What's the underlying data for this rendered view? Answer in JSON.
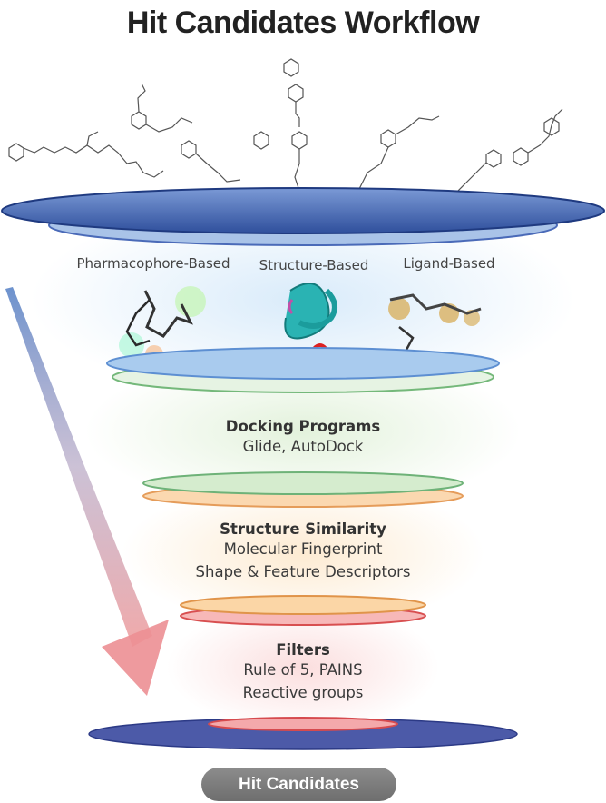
{
  "title": "Hit Candidates Workflow",
  "methods": {
    "pharmacophore": "Pharmacophore-Based",
    "structure": "Structure-Based",
    "ligand": "Ligand-Based"
  },
  "stages": [
    {
      "heading": "Docking Programs",
      "lines": [
        "Glide, AutoDock"
      ]
    },
    {
      "heading": "Structure Similarity",
      "lines": [
        "Molecular Fingerprint",
        "Shape & Feature Descriptors"
      ]
    },
    {
      "heading": "Filters",
      "lines": [
        "Rule of 5, PAINS",
        "Reactive groups"
      ]
    }
  ],
  "result": "Hit Candidates",
  "colors": {
    "top_disc": "#3f63b0",
    "blue_band": "#bcd8f0",
    "green_band": "#cfe9c8",
    "orange_band": "#fde0bc",
    "red_band": "#f7c9c9",
    "bottom_disc": "#4656a6"
  }
}
